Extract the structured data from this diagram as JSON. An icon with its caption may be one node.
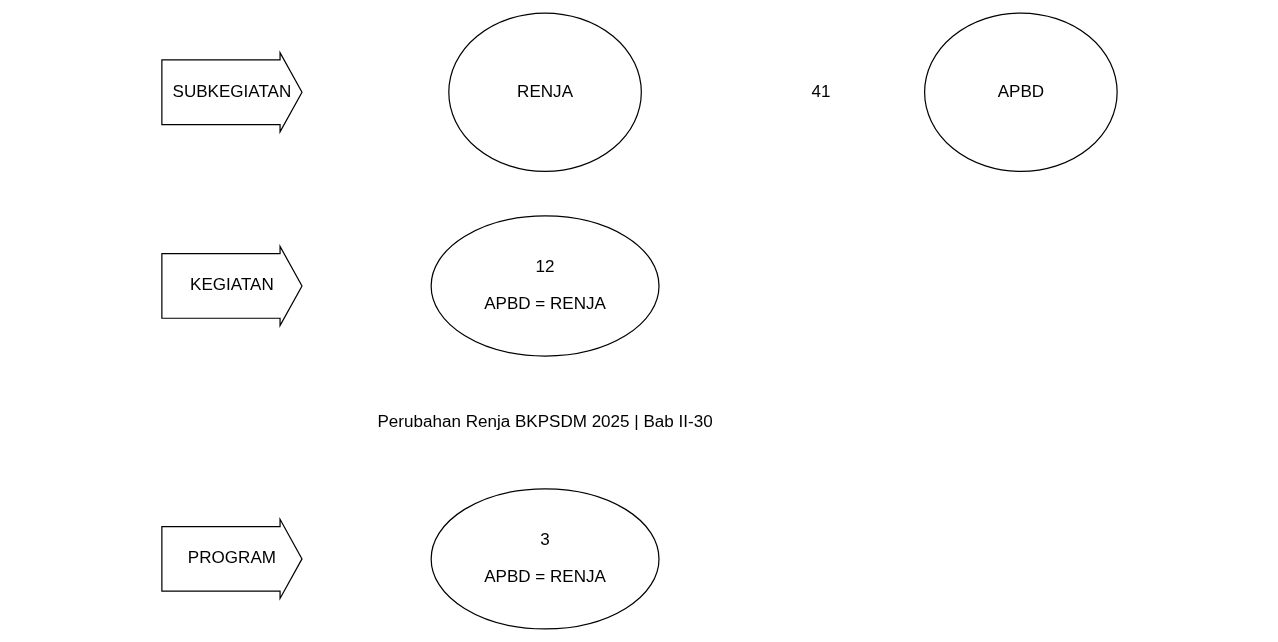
{
  "diagram": {
    "nodes": [
      {
        "text": [
          "PROGRAM"
        ]
      },
      {
        "text": [
          "3",
          "APBD = RENJA"
        ]
      },
      {
        "text": [
          "KEGIATAN"
        ]
      },
      {
        "text": [
          "12",
          "APBD = RENJA"
        ]
      },
      {
        "text": [
          "SUBKEGIATAN"
        ]
      },
      {
        "text": [
          "RENJA"
        ]
      },
      {
        "text": [
          "APBD"
        ]
      }
    ],
    "edges": [],
    "labels": [
      "Perubahan Renja BKPSDM 2025 | Bab II-30",
      "41"
    ]
  }
}
